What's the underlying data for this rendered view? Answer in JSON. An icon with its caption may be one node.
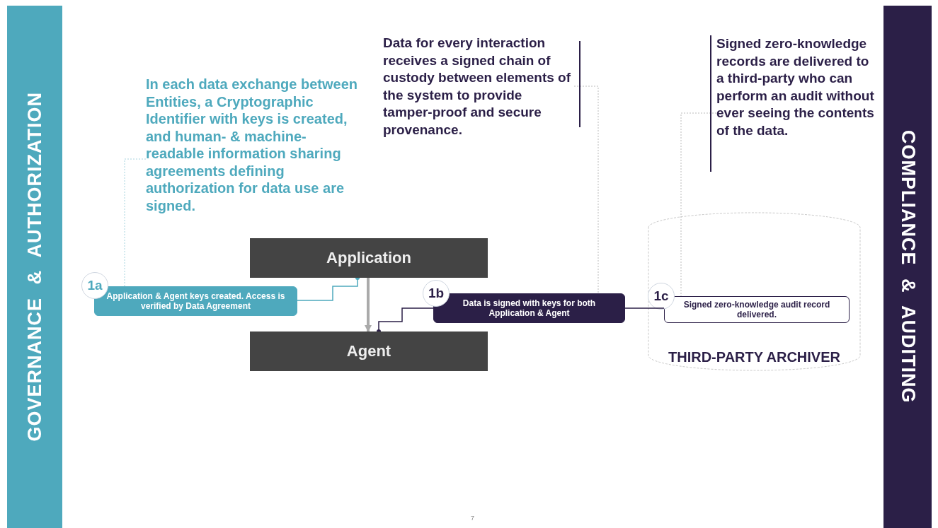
{
  "diagram": {
    "nodes": [
      {
        "text": [
          "GOVERNANCE & AUTHORIZATION"
        ]
      },
      {
        "text": [
          "COMPLIANCE & AUDITING"
        ]
      },
      {
        "text": [
          "In each data exchange between Entities, a Cryptographic Identifier with keys is created, and human- & machine-readable information sharing agreements defining authorization for data use are signed."
        ]
      },
      {
        "text": [
          "Data for every interaction receives a signed chain of custody between elements of the system to provide tamper-proof and secure provenance."
        ]
      },
      {
        "text": [
          "Signed zero-knowledge records are delivered to a third-party who can perform an audit without ever seeing the contents of the data."
        ]
      },
      {
        "text": [
          "Application"
        ]
      },
      {
        "text": [
          "Agent"
        ]
      },
      {
        "text": [
          "1a",
          "Application & Agent keys created. Access is verified by Data Agreement"
        ]
      },
      {
        "text": [
          "1b",
          "Data is signed with keys for both Application & Agent"
        ]
      },
      {
        "text": [
          "THIRD-PARTY ARCHIVER"
        ]
      },
      {
        "text": [
          "1c",
          "Signed zero-knowledge audit record delivered."
        ],
        "in": 9
      }
    ],
    "edges": [
      {
        "from": 2,
        "to": 7,
        "arrow": "none",
        "style": "dashed",
        "color": "#a8d4de"
      },
      {
        "from": 3,
        "to": 8,
        "arrow": "none",
        "style": "dashed",
        "color": "#bbbbbb"
      },
      {
        "from": 4,
        "to": 10,
        "arrow": "none",
        "style": "dashed",
        "color": "#bbbbbb"
      },
      {
        "from": 5,
        "to": 6,
        "arrow": "to",
        "style": "thick",
        "color": "#aaaaaa"
      },
      {
        "from": 7,
        "to": 5,
        "arrow": "other",
        "color": "#4ea9bd"
      },
      {
        "from": 8,
        "to": 6,
        "arrow": "other",
        "color": "#2b1f47"
      },
      {
        "from": 8,
        "to": 10,
        "arrow": "none",
        "color": "#2b1f47"
      }
    ],
    "labels": [
      "7"
    ]
  }
}
